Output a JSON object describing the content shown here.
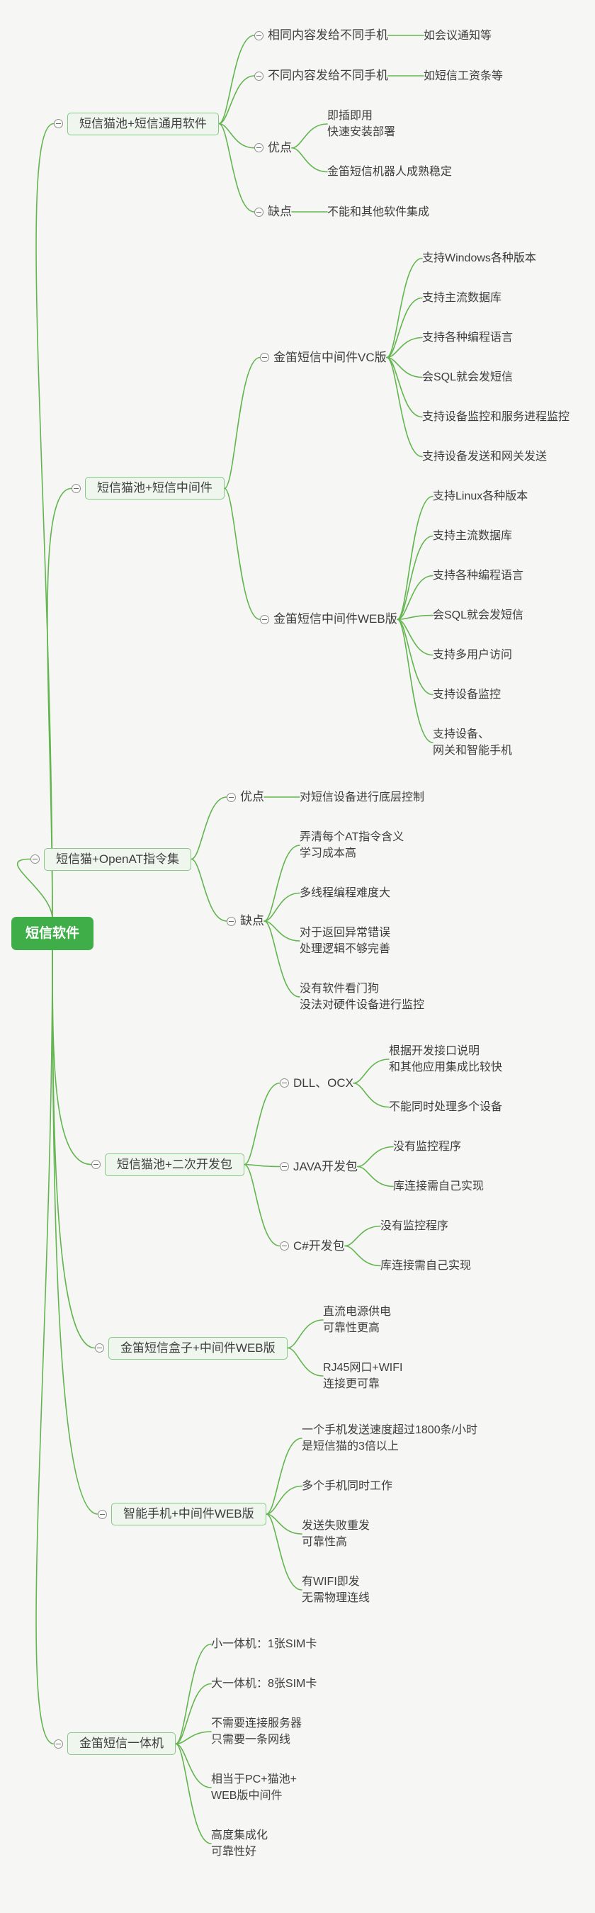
{
  "colors": {
    "background": "#f6f6f4",
    "root_fill": "#3fae49",
    "root_text": "#ffffff",
    "branch_fill": "#eef6ee",
    "branch_border": "#85c785",
    "line": "#62b54f",
    "text": "#3e3e3e"
  },
  "tree": {
    "label": "短信软件",
    "children": [
      {
        "label": "短信猫池+短信通用软件",
        "children": [
          {
            "label": "相同内容发给不同手机",
            "children": [
              {
                "label": "如会议通知等"
              }
            ]
          },
          {
            "label": "不同内容发给不同手机",
            "children": [
              {
                "label": "如短信工资条等"
              }
            ]
          },
          {
            "label": "优点",
            "children": [
              {
                "label": "即插即用\n快速安装部署"
              },
              {
                "label": "金笛短信机器人成熟稳定"
              }
            ]
          },
          {
            "label": "缺点",
            "children": [
              {
                "label": "不能和其他软件集成"
              }
            ]
          }
        ]
      },
      {
        "label": "短信猫池+短信中间件",
        "children": [
          {
            "label": "金笛短信中间件VC版",
            "children": [
              {
                "label": "支持Windows各种版本"
              },
              {
                "label": "支持主流数据库"
              },
              {
                "label": "支持各种编程语言"
              },
              {
                "label": "会SQL就会发短信"
              },
              {
                "label": "支持设备监控和服务进程监控"
              },
              {
                "label": "支持设备发送和网关发送"
              }
            ]
          },
          {
            "label": "金笛短信中间件WEB版",
            "children": [
              {
                "label": "支持Linux各种版本"
              },
              {
                "label": "支持主流数据库"
              },
              {
                "label": "支持各种编程语言"
              },
              {
                "label": "会SQL就会发短信"
              },
              {
                "label": "支持多用户访问"
              },
              {
                "label": "支持设备监控"
              },
              {
                "label": "支持设备、\n网关和智能手机"
              }
            ]
          }
        ]
      },
      {
        "label": "短信猫+OpenAT指令集",
        "children": [
          {
            "label": "优点",
            "children": [
              {
                "label": "对短信设备进行底层控制"
              }
            ]
          },
          {
            "label": "缺点",
            "children": [
              {
                "label": "弄清每个AT指令含义\n学习成本高"
              },
              {
                "label": "多线程编程难度大"
              },
              {
                "label": "对于返回异常错误\n处理逻辑不够完善"
              },
              {
                "label": "没有软件看门狗\n没法对硬件设备进行监控"
              }
            ]
          }
        ]
      },
      {
        "label": "短信猫池+二次开发包",
        "children": [
          {
            "label": "DLL、OCX",
            "children": [
              {
                "label": "根据开发接口说明\n和其他应用集成比较快"
              },
              {
                "label": "不能同时处理多个设备"
              }
            ]
          },
          {
            "label": "JAVA开发包",
            "children": [
              {
                "label": "没有监控程序"
              },
              {
                "label": "库连接需自己实现"
              }
            ]
          },
          {
            "label": "C#开发包",
            "children": [
              {
                "label": "没有监控程序"
              },
              {
                "label": "库连接需自己实现"
              }
            ]
          }
        ]
      },
      {
        "label": "金笛短信盒子+中间件WEB版",
        "children": [
          {
            "label": "直流电源供电\n可靠性更高"
          },
          {
            "label": "RJ45网口+WIFI\n连接更可靠"
          }
        ]
      },
      {
        "label": "智能手机+中间件WEB版",
        "children": [
          {
            "label": "一个手机发送速度超过1800条/小时\n是短信猫的3倍以上"
          },
          {
            "label": "多个手机同时工作"
          },
          {
            "label": "发送失败重发\n可靠性高"
          },
          {
            "label": "有WIFI即发\n无需物理连线"
          }
        ]
      },
      {
        "label": "金笛短信一体机",
        "children": [
          {
            "label": "小一体机：1张SIM卡"
          },
          {
            "label": "大一体机：8张SIM卡"
          },
          {
            "label": "不需要连接服务器\n只需要一条网线"
          },
          {
            "label": "相当于PC+猫池+\nWEB版中间件"
          },
          {
            "label": "高度集成化\n可靠性好"
          }
        ]
      }
    ]
  }
}
